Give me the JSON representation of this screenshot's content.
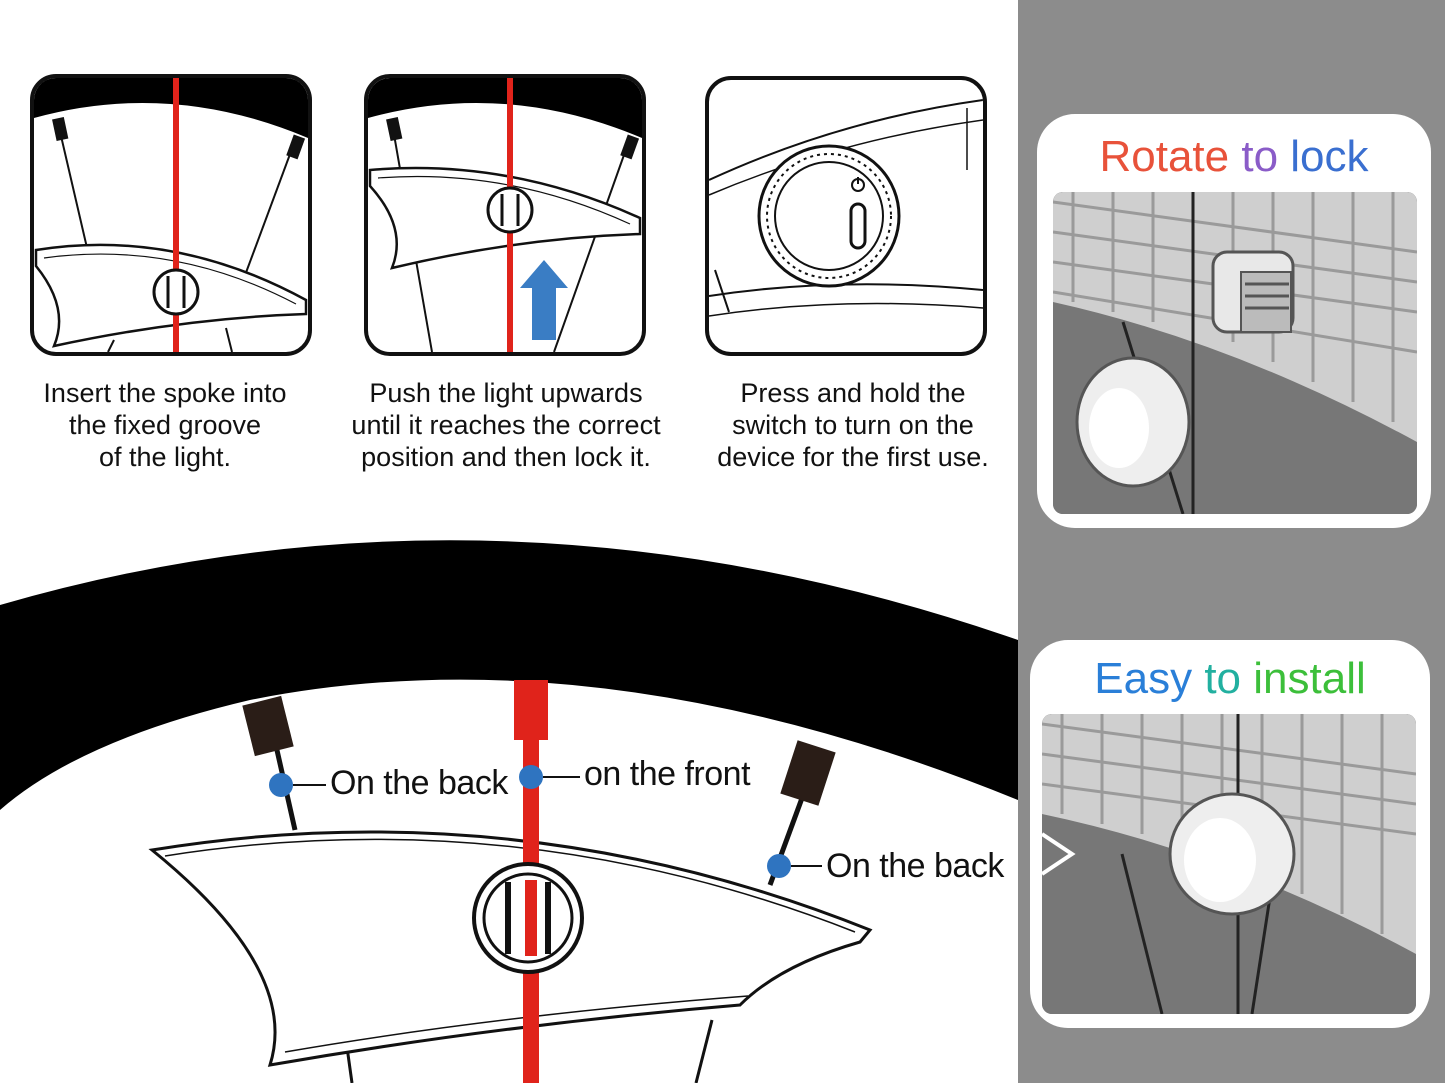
{
  "steps": [
    {
      "line1": "Insert the spoke into",
      "line2": "the fixed groove",
      "line3": "of the light."
    },
    {
      "line1": "Push the light upwards",
      "line2": "until it reaches the correct",
      "line3": "position and then lock it."
    },
    {
      "line1": "Press and hold the",
      "line2": "switch to turn on the",
      "line3": "device for the first use."
    }
  ],
  "diagram": {
    "label_back_left": "On the back",
    "label_front": "on the front",
    "label_back_right": "On the back"
  },
  "cards": {
    "rotate": {
      "title_word1": "Rotate",
      "title_word2": "to",
      "title_word3": "lock"
    },
    "install": {
      "title_word1": "Easy",
      "title_word2": "to",
      "title_word3": "install"
    }
  },
  "colors": {
    "spoke_red": "#e0231b",
    "arrow_blue": "#3a7dc4",
    "dot_blue": "#2f74c0",
    "tire": "#000000",
    "panel_bg": "#8c8c8c"
  }
}
